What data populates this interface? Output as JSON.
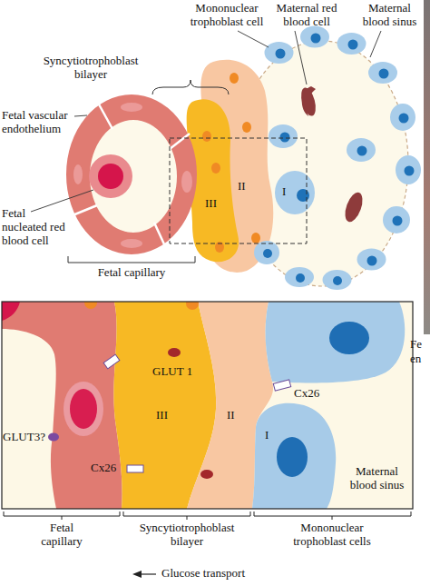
{
  "diagram": {
    "labels": [
      "Mononuclear trophoblast cell",
      "Maternal red blood cell",
      "Maternal blood sinus",
      "Syncytiotrophoblast bilayer",
      "Fetal vascular endothelium",
      "II",
      "I",
      "III",
      "Fetal nucleated red blood cell",
      "Fetal capillary",
      "Fe",
      "en",
      "GLUT 1",
      "Cx26",
      "GLUT3?",
      "III",
      "II",
      "I",
      "Cx26",
      "Maternal blood sinus",
      "Fetal capillary",
      "Syncytiotrophoblast bilayer",
      "Mononuclear trophoblast cells",
      "Glucose transport"
    ]
  }
}
